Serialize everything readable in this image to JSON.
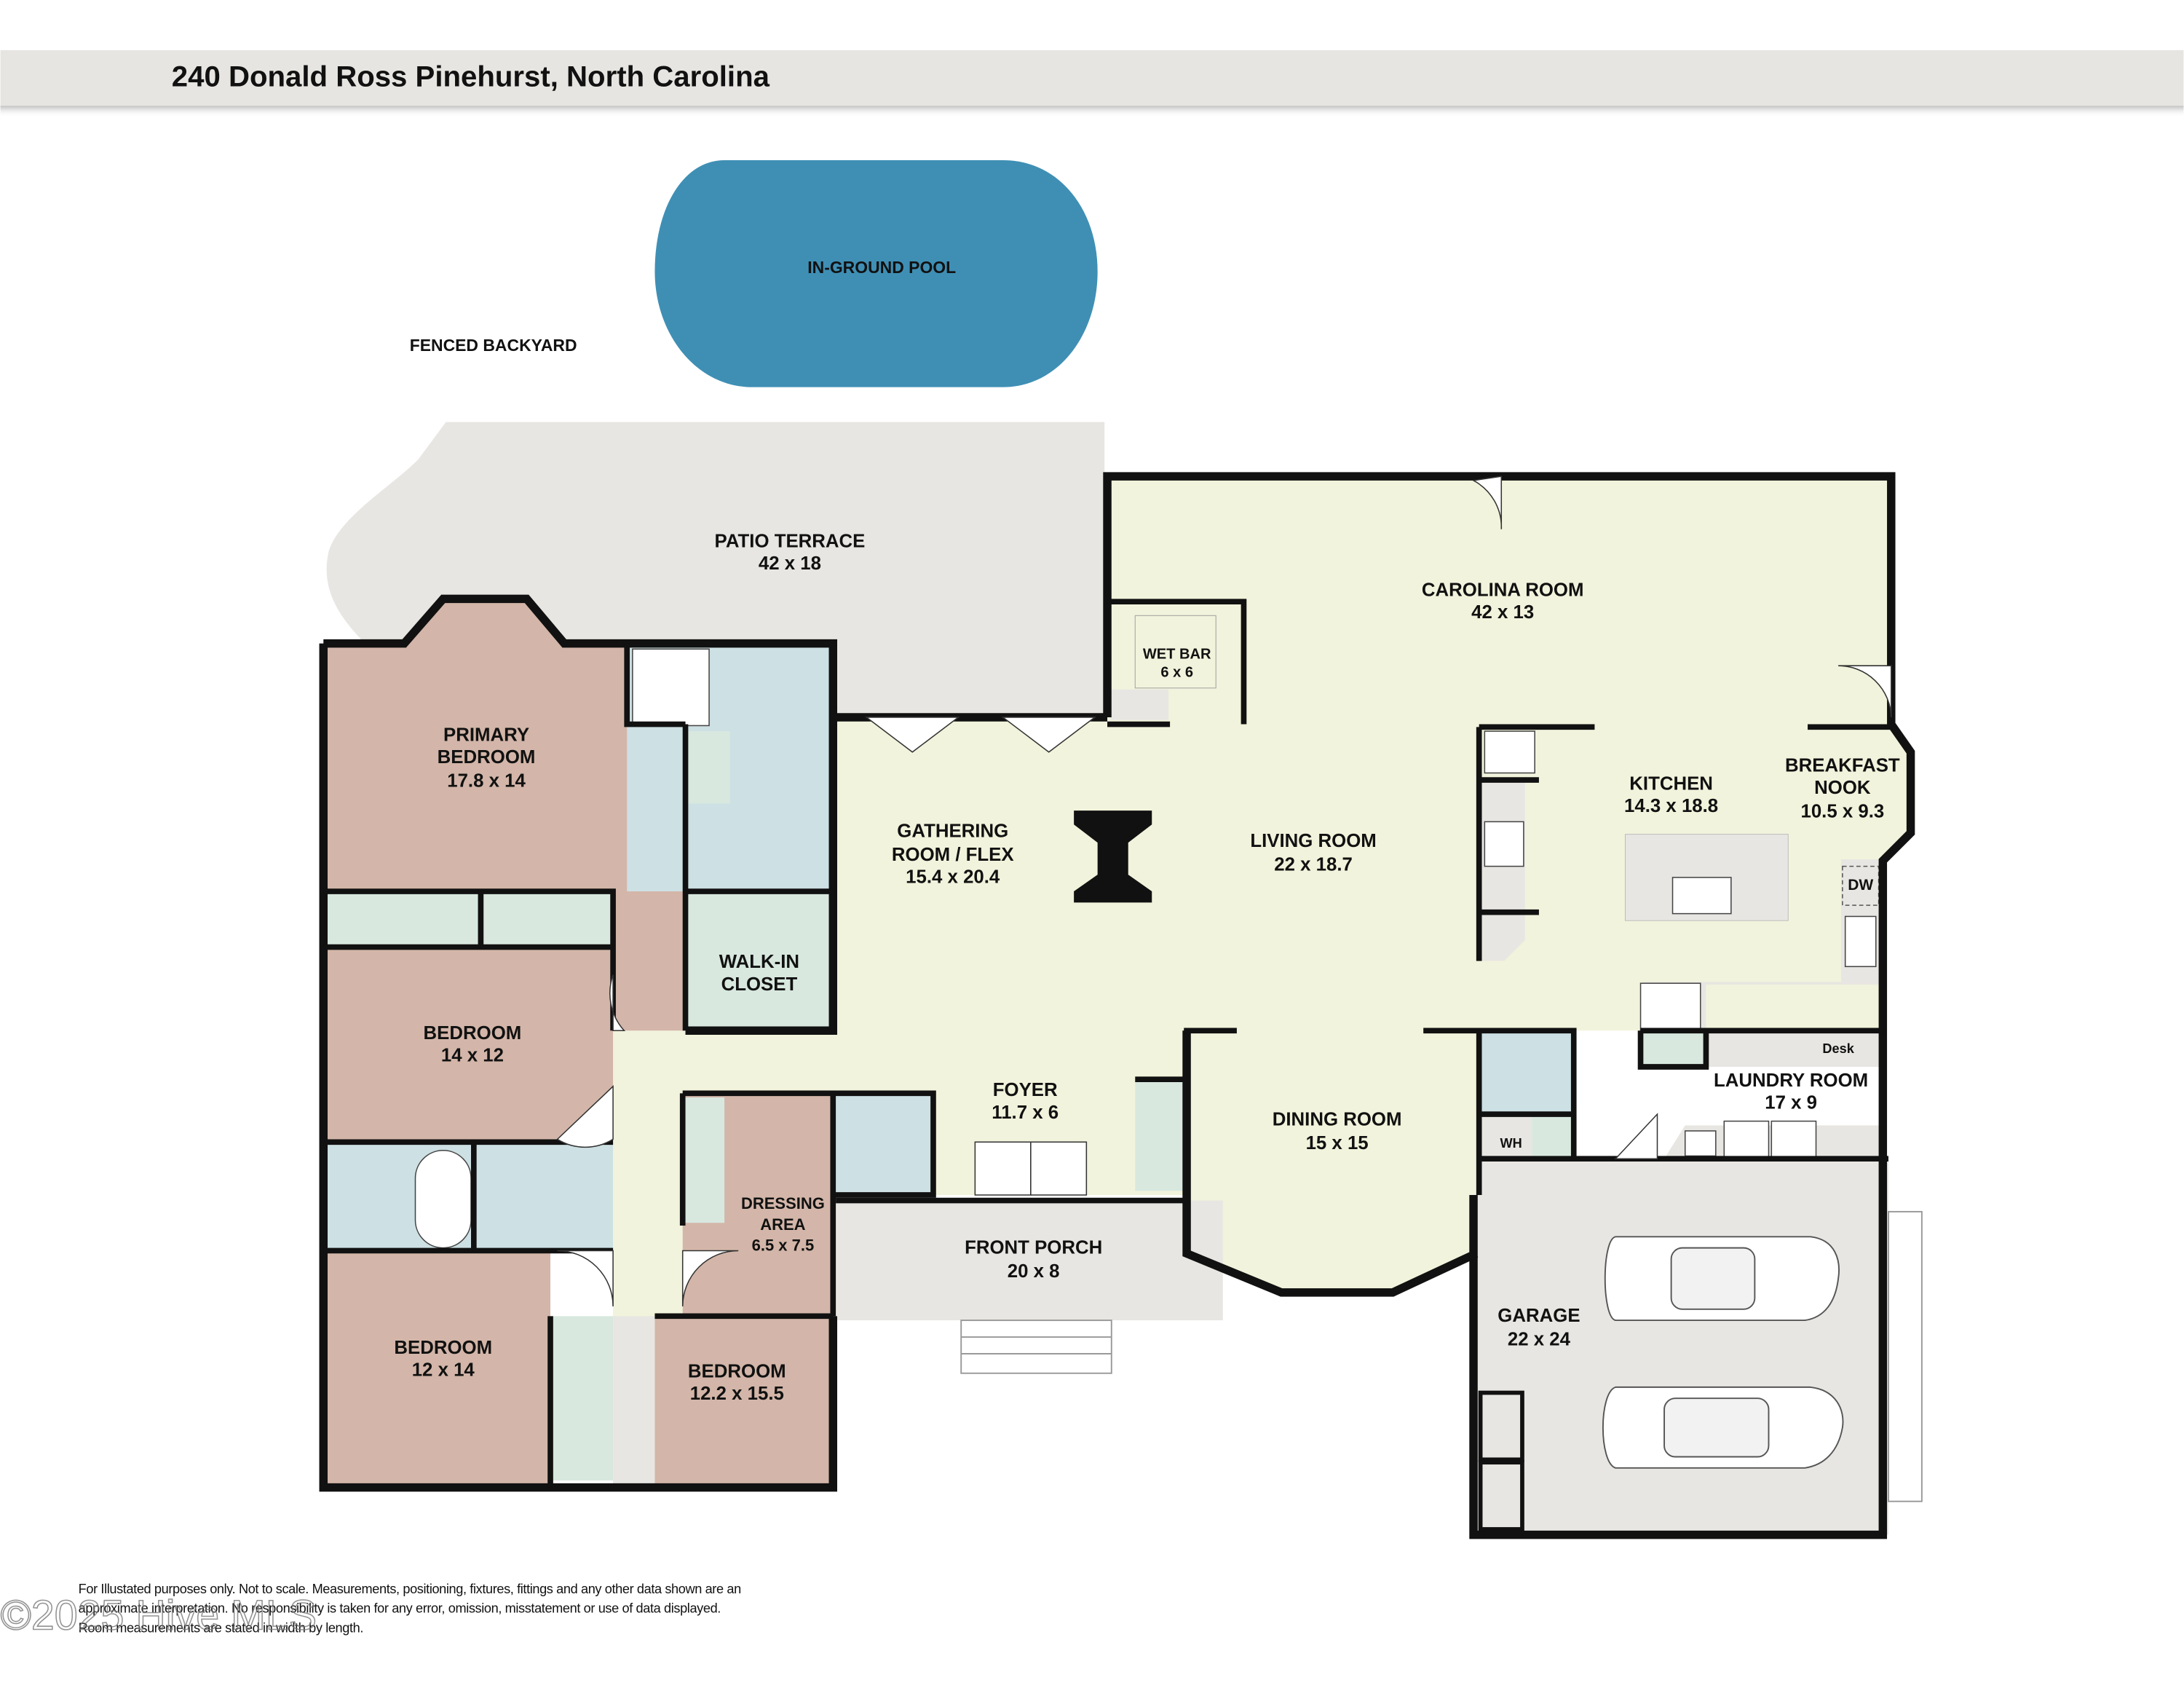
{
  "header": {
    "title": "240 Donald Ross  Pinehurst, North Carolina"
  },
  "colors": {
    "header_bar": "#e7e5e1",
    "pool": "#3f8fb5",
    "patio": "#e8e6e2",
    "bedroom": "#d3b6a9",
    "living": "#f2f3dc",
    "bath": "#cde0e3",
    "closet": "#d8e8df",
    "garage": "#e8e6e2",
    "wall": "#111111"
  },
  "outdoor": {
    "pool": "IN-GROUND POOL",
    "backyard": "FENCED BACKYARD",
    "patio": {
      "name": "PATIO TERRACE",
      "dims": "42 x 18"
    },
    "porch": {
      "name": "FRONT PORCH",
      "dims": "20 x 8"
    }
  },
  "rooms": {
    "primary_bedroom": {
      "line1": "PRIMARY",
      "line2": "BEDROOM",
      "dims": "17.8 x 14"
    },
    "bedroom_a": {
      "name": "BEDROOM",
      "dims": "14 x 12"
    },
    "bedroom_b": {
      "name": "BEDROOM",
      "dims": "12 x 14"
    },
    "bedroom_c": {
      "name": "BEDROOM",
      "dims": "12.2 x 15.5"
    },
    "walk_in": {
      "line1": "WALK-IN",
      "line2": "CLOSET"
    },
    "dressing": {
      "line1": "DRESSING",
      "line2": "AREA",
      "dims": "6.5 x 7.5"
    },
    "gathering": {
      "line1": "GATHERING",
      "line2": "ROOM / FLEX",
      "dims": "15.4 x 20.4"
    },
    "wet_bar": {
      "name": "WET BAR",
      "dims": "6 x 6"
    },
    "carolina": {
      "name": "CAROLINA ROOM",
      "dims": "42 x 13"
    },
    "living": {
      "name": "LIVING ROOM",
      "dims": "22 x 18.7"
    },
    "kitchen": {
      "name": "KITCHEN",
      "dims": "14.3 x 18.8"
    },
    "breakfast": {
      "line1": "BREAKFAST",
      "line2": "NOOK",
      "dims": "10.5 x 9.3"
    },
    "foyer": {
      "name": "FOYER",
      "dims": "11.7 x 6"
    },
    "dining": {
      "name": "DINING ROOM",
      "dims": "15 x 15"
    },
    "laundry": {
      "name": "LAUNDRY ROOM",
      "dims": "17 x 9"
    },
    "garage": {
      "name": "GARAGE",
      "dims": "22 x 24"
    }
  },
  "fixtures": {
    "dishwasher": "DW",
    "desk": "Desk",
    "water_heater": "WH"
  },
  "disclaimer": [
    "For Illustated purposes only. Not to scale. Measurements, positioning, fixtures, fittings and any other data shown are an",
    "approximate interpretation. No responsibility is taken for any error, omission, misstatement or use of data displayed.",
    "Room measurements are stated in width by length."
  ],
  "watermark": "©2025 Hive MLS"
}
